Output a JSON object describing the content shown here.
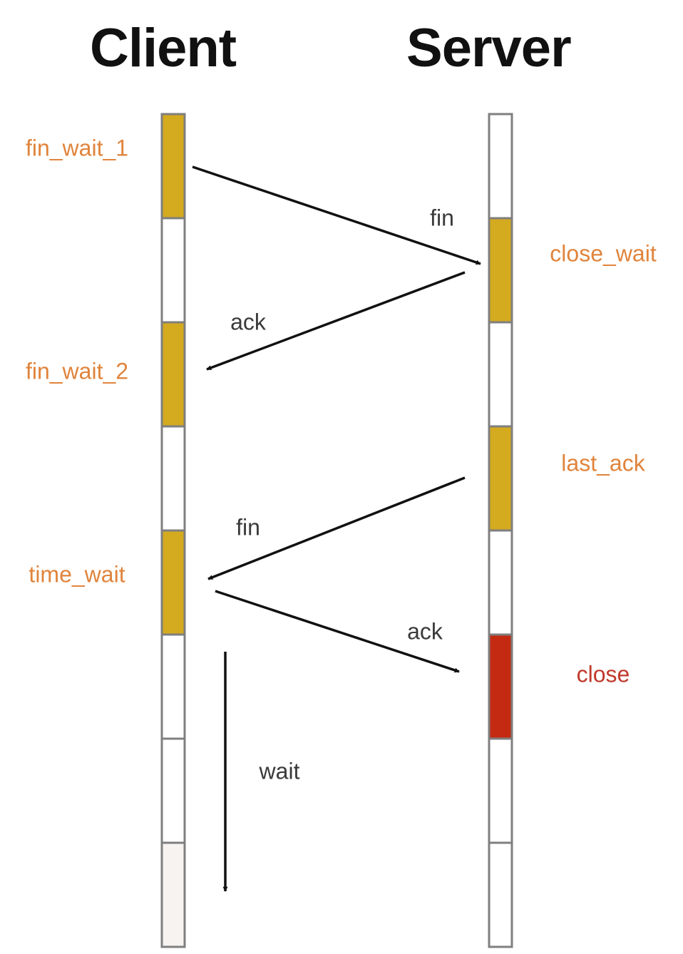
{
  "headers": {
    "client": "Client",
    "server": "Server"
  },
  "colors": {
    "active_segment": "#d4aa1f",
    "closed_segment": "#c42a12",
    "idle_segment": "#ffffff",
    "faded_segment": "#f6f3f1",
    "segment_border": "#7f7f7f",
    "state_label": "#e0843c",
    "close_label": "#c0392b",
    "arrow": "#111111",
    "message_label": "#3a3a3a"
  },
  "client_segments": [
    "active",
    "idle",
    "active",
    "idle",
    "active",
    "idle",
    "idle",
    "faded"
  ],
  "server_segments": [
    "idle",
    "active",
    "idle",
    "active",
    "idle",
    "closed",
    "idle",
    "idle"
  ],
  "client_states": [
    {
      "name": "fin-wait-1-label",
      "text": "fin_wait_1"
    },
    {
      "name": "fin-wait-2-label",
      "text": "fin_wait_2"
    },
    {
      "name": "time-wait-label",
      "text": "time_wait"
    }
  ],
  "server_states": [
    {
      "name": "close-wait-label",
      "text": "close_wait"
    },
    {
      "name": "last-ack-label",
      "text": "last_ack"
    },
    {
      "name": "close-label",
      "text": "close"
    }
  ],
  "messages": [
    {
      "name": "fin-message-1",
      "label": "fin",
      "direction": "client-to-server"
    },
    {
      "name": "ack-message-1",
      "label": "ack",
      "direction": "server-to-client"
    },
    {
      "name": "fin-message-2",
      "label": "fin",
      "direction": "server-to-client"
    },
    {
      "name": "ack-message-2",
      "label": "ack",
      "direction": "client-to-server"
    }
  ],
  "wait": {
    "label": "wait"
  }
}
